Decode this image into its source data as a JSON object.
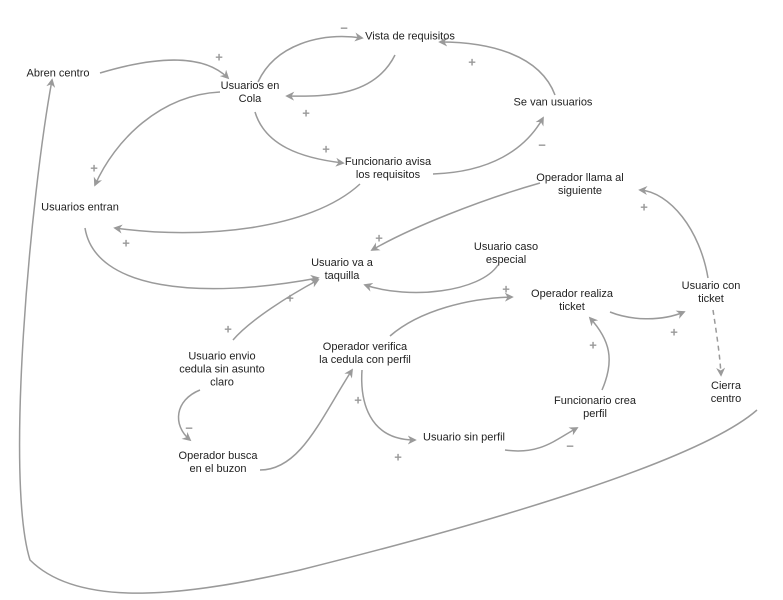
{
  "diagram": {
    "line_color": "#9a9a9a",
    "text_color": "#222222",
    "nodes": {
      "abren_centro": "Abren centro",
      "usuarios_en_cola": "Usuarios en\nCola",
      "vista_de_requisitos": "Vista de requisitos",
      "se_van_usuarios": "Se van usuarios",
      "funcionario_avisa": "Funcionario avisa\nlos requisitos",
      "usuarios_entran": "Usuarios entran",
      "operador_llama": "Operador llama al\nsiguiente",
      "usuario_va_taquilla": "Usuario va a\ntaquilla",
      "usuario_caso_especial": "Usuario caso\nespecial",
      "operador_realiza_ticket": "Operador realiza\nticket",
      "usuario_con_ticket": "Usuario con ticket",
      "usuario_envio_cedula": "Usuario envio\ncedula sin asunto\nclaro",
      "operador_verifica": "Operador verifica\nla cedula con perfil",
      "cierra_centro": "Cierra centro",
      "funcionario_crea_perfil": "Funcionario crea\nperfil",
      "usuario_sin_perfil": "Usuario sin perfil",
      "operador_busca_buzon": "Operador busca\nen el buzon"
    },
    "polarities": {
      "abren_to_cola": "+",
      "cola_to_vista": "−",
      "vista_to_cola": "+",
      "se_van_to_vista": "+",
      "cola_to_funcionario": "+",
      "funcionario_to_se_van": "−",
      "cola_to_entran": "+",
      "funcionario_to_entran": "+",
      "operador_llama_to_taquilla": "+",
      "ticket_to_operador_llama": "+",
      "entran_to_taquilla": "+",
      "envio_to_taquilla": "+",
      "realiza_to_con_ticket": "+",
      "verifica_to_realiza": "+",
      "envio_to_busca": "−",
      "busca_to_verifica": "+",
      "verifica_to_sin_perfil": "+",
      "sin_perfil_to_crea": "−",
      "crea_to_realiza": "+"
    }
  }
}
